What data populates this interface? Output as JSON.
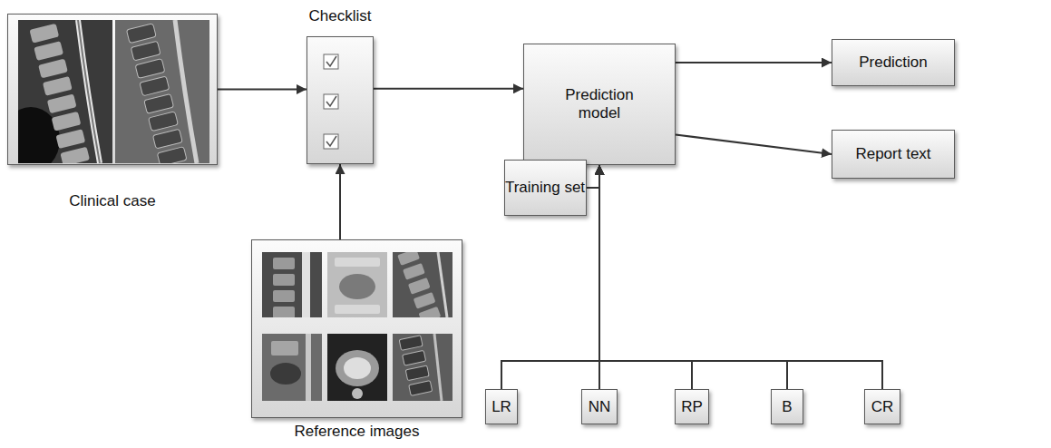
{
  "diagram": {
    "nodes": [
      {
        "text": [
          "Clinical case"
        ]
      },
      {
        "text": [
          "Checklist"
        ]
      },
      {
        "text": [
          "Reference images"
        ]
      },
      {
        "text": [
          "Prediction model"
        ]
      },
      {
        "text": [
          "Prediction"
        ]
      },
      {
        "text": [
          "Report text"
        ]
      },
      {
        "text": [
          "Training set"
        ]
      },
      {
        "text": [
          "LR"
        ]
      },
      {
        "text": [
          "NN"
        ]
      },
      {
        "text": [
          "RP"
        ]
      },
      {
        "text": [
          "B"
        ]
      },
      {
        "text": [
          "CR"
        ]
      }
    ],
    "edges": [
      {
        "from": 0,
        "to": 1,
        "arrow": "to"
      },
      {
        "from": 2,
        "to": 1,
        "arrow": "to"
      },
      {
        "from": 1,
        "to": 3,
        "arrow": "to"
      },
      {
        "from": 3,
        "to": 4,
        "arrow": "to"
      },
      {
        "from": 3,
        "to": 5,
        "arrow": "to"
      },
      {
        "from": 6,
        "to": 3,
        "arrow": "to"
      },
      {
        "from": 7,
        "to": 3,
        "arrow": "to"
      },
      {
        "from": 8,
        "to": 3,
        "arrow": "to"
      },
      {
        "from": 9,
        "to": 3,
        "arrow": "to"
      },
      {
        "from": 10,
        "to": 3,
        "arrow": "to"
      },
      {
        "from": 11,
        "to": 3,
        "arrow": "to"
      }
    ]
  }
}
